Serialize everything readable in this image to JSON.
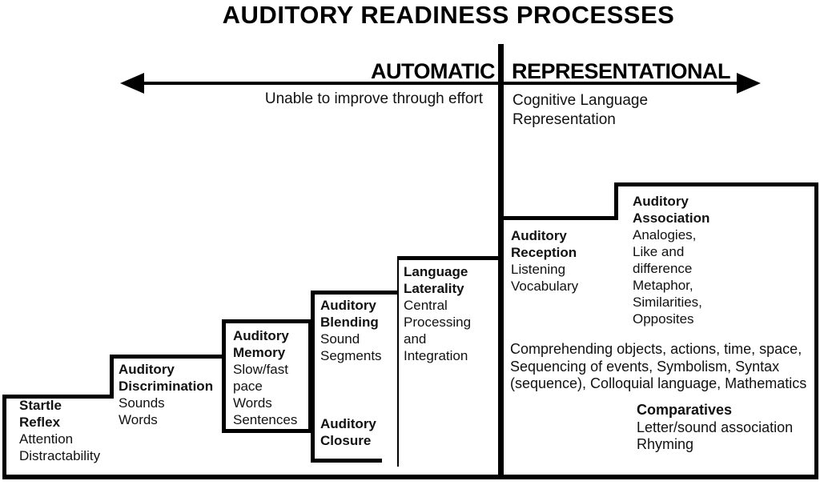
{
  "title": "AUDITORY READINESS PROCESSES",
  "colors": {
    "ink": "#000000",
    "paper": "#ffffff"
  },
  "axis": {
    "left_label": "AUTOMATIC",
    "left_sub": "Unable to improve through effort",
    "right_label": "REPRESENTATIONAL",
    "right_sub_line1": "Cognitive Language",
    "right_sub_line2": "Representation"
  },
  "steps": [
    {
      "title_line1": "Startle",
      "title_line2": "Reflex",
      "items": [
        "Attention",
        "Distractability"
      ]
    },
    {
      "title_line1": "Auditory",
      "title_line2": "Discrimination",
      "items": [
        "Sounds",
        "Words"
      ]
    },
    {
      "title_line1": "Auditory",
      "title_line2": "Memory",
      "items": [
        "Slow/fast",
        "pace",
        "Words",
        "Sentences"
      ]
    },
    {
      "title_line1": "Auditory",
      "title_line2": "Blending",
      "items": [
        "Sound",
        "Segments"
      ]
    },
    {
      "title_line1": "Auditory",
      "title_line2": "Closure",
      "items": []
    },
    {
      "title_line1": "Language",
      "title_line2": "Laterality",
      "items": [
        "Central",
        "Processing",
        "and",
        "Integration"
      ]
    },
    {
      "title_line1": "Auditory",
      "title_line2": "Reception",
      "items": [
        "Listening",
        "Vocabulary"
      ]
    },
    {
      "title_line1": "Auditory",
      "title_line2": "Association",
      "items": [
        "Analogies,",
        "Like and",
        "difference",
        "Metaphor,",
        "Similarities,",
        "Opposites"
      ]
    }
  ],
  "representational_notes": {
    "paragraph_line1": "Comprehending objects, actions, time, space,",
    "paragraph_line2": "Sequencing of events, Symbolism, Syntax",
    "paragraph_line3": "(sequence), Colloquial language, Mathematics",
    "comparatives_title": "Comparatives",
    "comparatives_item1": "Letter/sound association",
    "comparatives_item2": "Rhyming"
  }
}
